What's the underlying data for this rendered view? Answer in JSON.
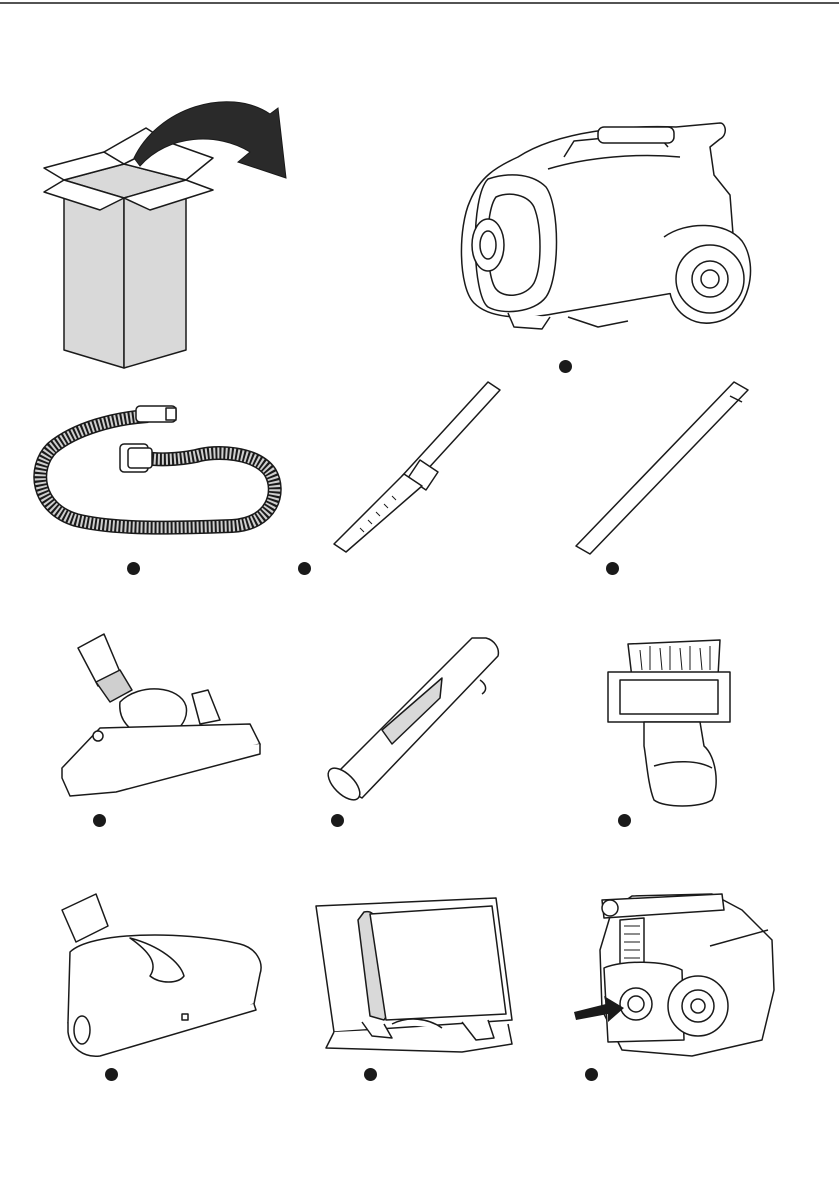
{
  "page": {
    "background": "#ffffff",
    "line_color": "#1a1a1a",
    "box_fill": "#d9d9d9",
    "arrow_fill": "#2a2a2a"
  },
  "figures": [
    {
      "id": "unpack-box",
      "icon": "box-arrow-icon",
      "marker": false
    },
    {
      "id": "vacuum-body",
      "icon": "canister-vacuum-icon",
      "marker": true
    },
    {
      "id": "hose",
      "icon": "hose-icon",
      "marker": true
    },
    {
      "id": "telescopic-tube",
      "icon": "telescopic-tube-icon",
      "marker": true
    },
    {
      "id": "extension-tube",
      "icon": "extension-tube-icon",
      "marker": true
    },
    {
      "id": "floor-nozzle",
      "icon": "floor-nozzle-icon",
      "marker": true
    },
    {
      "id": "crevice-tool",
      "icon": "crevice-tool-icon",
      "marker": true
    },
    {
      "id": "dusting-brush",
      "icon": "dusting-brush-icon",
      "marker": true
    },
    {
      "id": "turbo-brush",
      "icon": "turbo-brush-icon",
      "marker": true
    },
    {
      "id": "filter",
      "icon": "filter-icon",
      "marker": true
    },
    {
      "id": "vacuum-rear",
      "icon": "vacuum-rear-arrow-icon",
      "marker": true
    }
  ]
}
